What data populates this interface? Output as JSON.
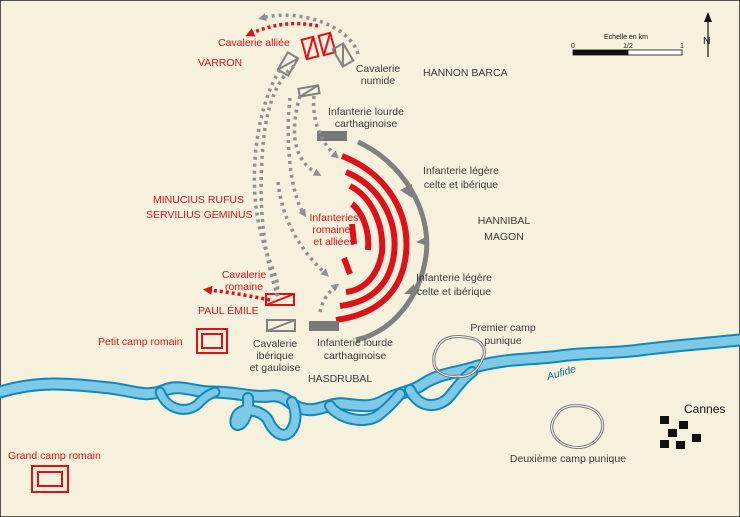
{
  "colors": {
    "land": "#f5f1dc",
    "river_fill": "#7ec8e8",
    "river_stroke": "#0f8ab8",
    "roman": "#e0101a",
    "carthaginian": "#808080"
  },
  "scale": {
    "title": "Echelle en km",
    "ticks": [
      "0",
      "1/2",
      "1"
    ]
  },
  "north_label": "N",
  "river_label": "Aufide",
  "town_label": "Cannes",
  "camps": {
    "petit_romain": "Petit camp romain",
    "grand_romain": "Grand camp romain",
    "premier_punique_1": "Premier camp",
    "premier_punique_2": "punique",
    "deuxieme_punique": "Deuxième camp punique"
  },
  "roman_labels": {
    "cavalerie_alliee": "Cavalerie alliée",
    "varron": "VARRON",
    "minucius": "MINUCIUS RUFUS",
    "servilius": "SERVILIUS GEMINUS",
    "infanteries_1": "Infanteries",
    "infanteries_2": "romaines",
    "infanteries_3": "et alliées",
    "cavalerie_romaine_1": "Cavalerie",
    "cavalerie_romaine_2": "romaine",
    "paul_emile": "PAUL ÉMILE"
  },
  "carthaginian_labels": {
    "cav_numide_1": "Cavalerie",
    "cav_numide_2": "numide",
    "hannon": "HANNON BARCA",
    "inf_lourde_top_1": "Infanterie lourde",
    "inf_lourde_top_2": "carthaginoise",
    "inf_legere_top_1": "Infanterie légère",
    "inf_legere_top_2": "celte et ibérique",
    "hannibal": "HANNIBAL",
    "magon": "MAGON",
    "inf_legere_bot_1": "Infanterie légère",
    "inf_legere_bot_2": "celte et ibérique",
    "inf_lourde_bot_1": "Infanterie lourde",
    "inf_lourde_bot_2": "carthaginoise",
    "cav_iberique_1": "Cavalerie",
    "cav_iberique_2": "ibérique",
    "cav_iberique_3": "et gauloise",
    "hasdrubal": "HASDRUBAL"
  }
}
